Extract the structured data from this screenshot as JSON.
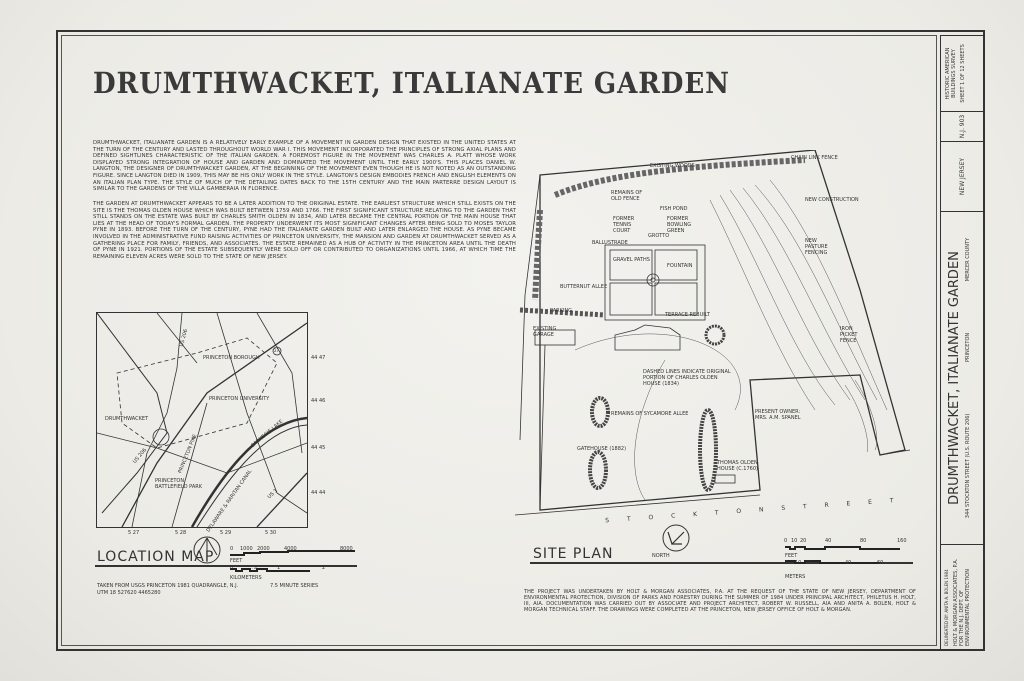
{
  "title": "DRUMTHWACKET, ITALIANATE GARDEN",
  "paragraphs": [
    "Drumthwacket, Italianate Garden is a relatively early example of a movement in garden design that existed in the United States at the turn of the century and lasted throughout World War I. This movement incorporated the principles of strong axial plans and defined sightlines characteristic of the Italian garden. A foremost figure in the movement was Charles A. Platt whose work displayed strong integration of house and garden and dominated the movement until the early 1900's. This places Daniel W. Langton, the designer of Drumthwacket garden, at the beginning of the movement even though he is not noted as an outstanding figure. Since Langton died in 1909, this may be his only work in the style. Langton's design embodies French and English elements on an Italian plan type. The style of much of the detailing dates back to the 15th century and the main parterre design layout is similar to the gardens of the Villa Gamberaia in Florence.",
    "The garden at Drumthwacket appears to be a later addition to the original estate. The earliest structure which still exists on the site is the Thomas Olden House which was built between 1759 and 1766. The first significant structure relating to the garden that still stands on the estate was built by Charles Smith Olden in 1834, and later became the central portion of the main house that lies at the head of today's formal garden. The property underwent its most significant changes after being sold to Moses Taylor Pyne in 1893. Before the turn of the century, Pyne had the Italianate garden built and later enlarged the house. As Pyne became involved in the administrative fund raising activities of Princeton University, the mansion and garden at Drumthwacket served as a gathering place for family, friends, and associates. The estate remained as a hub of activity in the Princeton area until the death of Pyne in 1921. Portions of the estate subsequently were sold off or contributed to organizations until 1966, at which time the remaining eleven acres were sold to the State of New Jersey."
  ],
  "location_map": {
    "heading": "LOCATION MAP",
    "labels": {
      "borough": "PRINCETON BOROUGH",
      "university": "PRINCETON UNIVERSITY",
      "drumthwacket": "DRUMTHWACKET",
      "park": "PRINCETON BATTLEFIELD PARK",
      "lake": "CARNEGIE LAKE",
      "canal": "DELAWARE & RARITAN CANAL",
      "pike": "PRINCETON PIKE",
      "us206a": "US 206",
      "us206b": "US 206",
      "us1": "US 1",
      "rt27": "27"
    },
    "ticks_right": [
      "44 47",
      "44 46",
      "44 45",
      "44 44"
    ],
    "ticks_bottom": [
      "5 27",
      "5 28",
      "5 29",
      "5 30"
    ],
    "feet_scale": [
      "0",
      "1000",
      "2000",
      "4000",
      "8000"
    ],
    "feet_label": "FEET",
    "km_scale": [
      "0",
      ".5",
      "1",
      "2"
    ],
    "km_label": "KILOMETERS",
    "source": "TAKEN FROM USGS PRINCETON 1981 QUADRANGLE, N.J.",
    "series": "7.5 MINUTE SERIES",
    "utm": "UTM 18 527620 4465280"
  },
  "site_plan": {
    "heading": "SITE PLAN",
    "north": "NORTH",
    "street": "S T O C K T O N   S T R E E T",
    "labels": {
      "woods": "EXISTING WOODS",
      "chain": "CHAIN LINK FENCE",
      "newcon": "NEW CONSTRUCTION",
      "oldfence": "REMAINS OF OLD FENCE",
      "fishpond": "FISH POND",
      "tennis": "FORMER TENNIS COURT",
      "bowling": "FORMER BOWLING GREEN",
      "grotto": "GROTTO",
      "ballustrade": "BALLUSTRADE",
      "pasture": "NEW PASTURE FENCING",
      "gravel": "GRAVEL PATHS",
      "fountain": "FOUNTAIN",
      "allee": "BUTTERNUT ALLEE",
      "parking": "PARKING",
      "terrace": "TERRACE REBUILT",
      "garage": "EXISTING GARAGE",
      "ironfence": "IRON PICKET FENCE",
      "dashed": "DASHED LINES INDICATE ORIGINAL PORTION OF CHARLES OLDEN HOUSE (1834)",
      "sycamore": "REMAINS OF SYCAMORE ALLEE",
      "owner": "PRESENT OWNER: MRS. A.M. SPANEL",
      "gatehouse": "GATEHOUSE (1882)",
      "olden": "THOMAS OLDEN HOUSE (c.1760)"
    },
    "feet_scale": [
      "0",
      "10",
      "20",
      "40",
      "80",
      "160"
    ],
    "feet_label": "FEET",
    "meter_scale": [
      "0",
      "10",
      "20",
      "40",
      "60"
    ],
    "meter_label": "METERS"
  },
  "credits": "The project was undertaken by Holt & Morgan Associates, P.A. at the request of the State of New Jersey, Department of Environmental Protection, Division of Parks and Forestry during the summer of 1984 under principal architect, Philetus H. Holt, III, AIA. Documentation was carried out by associate and project architect, Robert W. Russell, AIA and Anita A. Bolen, Holt & Morgan technical staff. The drawings were completed at the Princeton, New Jersey office of Holt & Morgan.",
  "title_block": {
    "delineator": "DELINEATED BY: ANITA A. BOLEN 1984",
    "firm": "HOLT & MORGAN ASSOCIATES, P.A. FOR THE N.J. DEPT. OF ENVIRONMENTAL PROTECTION",
    "name": "DRUMTHWACKET, ITALIANATE GARDEN",
    "address": "344 STOCKTON STREET (U.S. ROUTE 206)",
    "city": "PRINCETON",
    "county": "MERCER COUNTY",
    "state": "NEW JERSEY",
    "survey_no": "N.J. 903",
    "agency": "HISTORIC AMERICAN BUILDINGS SURVEY",
    "sheet": "SHEET 1 OF 12 SHEETS"
  }
}
